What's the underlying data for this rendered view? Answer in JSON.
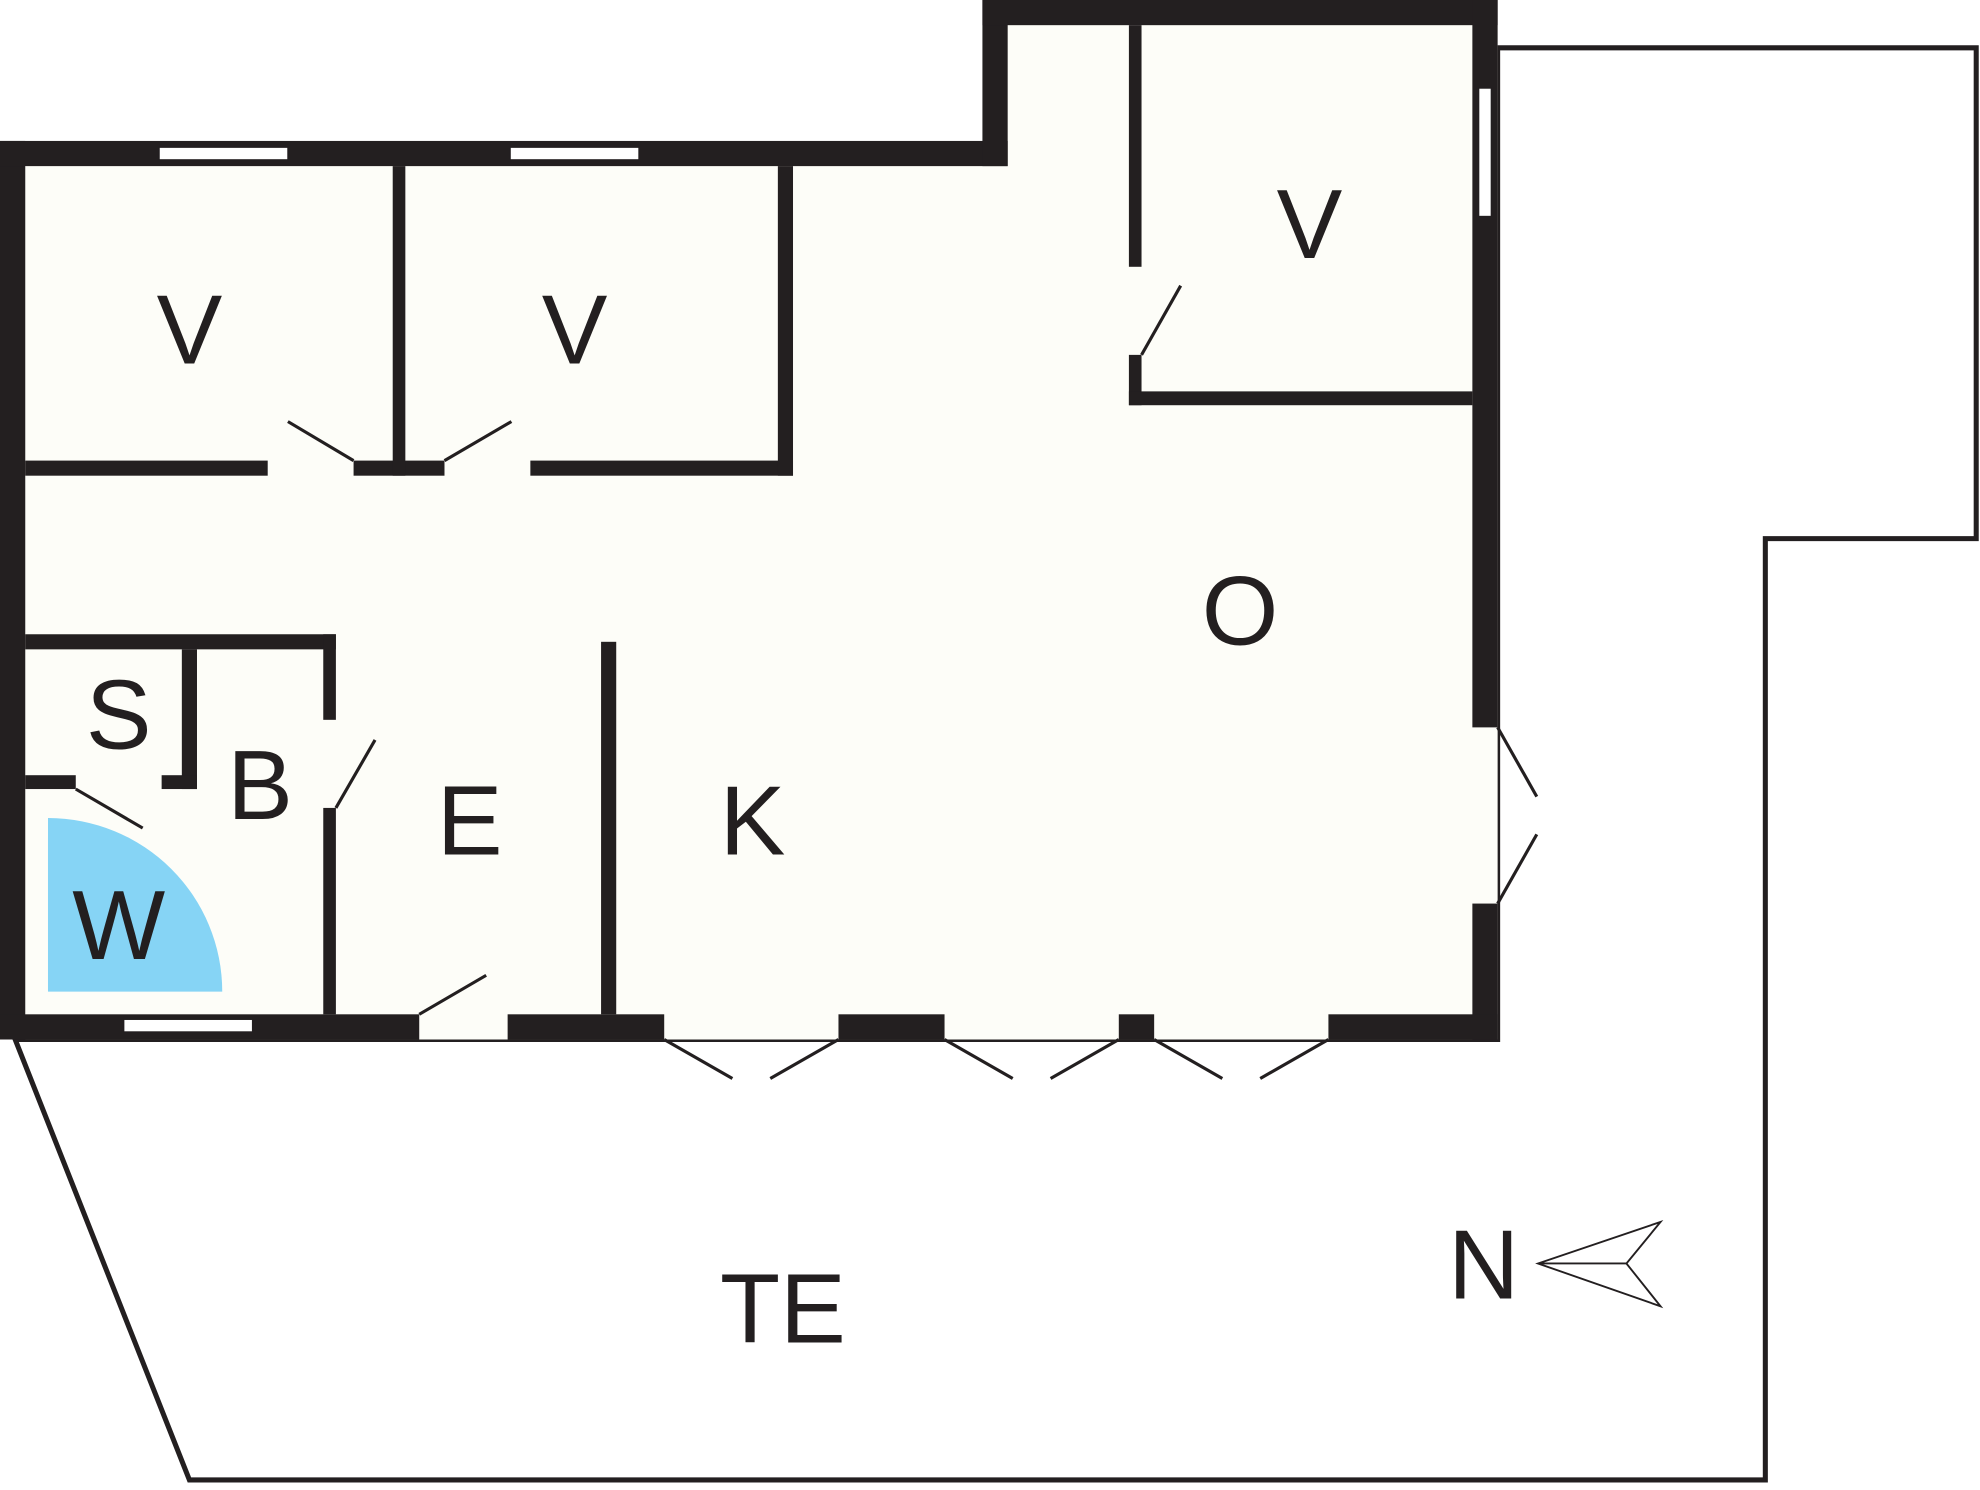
{
  "floorplan": {
    "rooms": [
      {
        "id": "bedroom-1",
        "label": "V"
      },
      {
        "id": "bedroom-2",
        "label": "V"
      },
      {
        "id": "bedroom-3",
        "label": "V"
      },
      {
        "id": "living",
        "label": "O"
      },
      {
        "id": "storage",
        "label": "S"
      },
      {
        "id": "bathroom",
        "label": "B"
      },
      {
        "id": "entrance",
        "label": "E"
      },
      {
        "id": "kitchen",
        "label": "K"
      },
      {
        "id": "washroom",
        "label": "W"
      },
      {
        "id": "terrace",
        "label": "TE"
      }
    ],
    "compass_label": "N",
    "colors": {
      "wall": "#231f20",
      "floor": "#fdfdf8",
      "shower": "#86d4f5"
    }
  }
}
